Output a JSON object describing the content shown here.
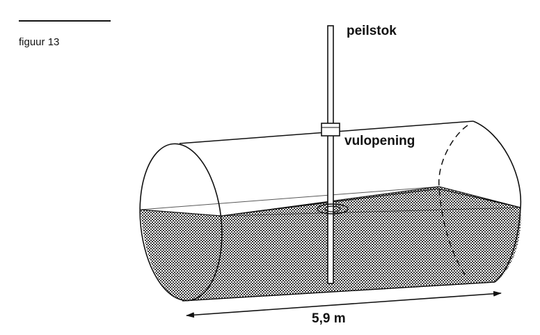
{
  "caption": "figuur 13",
  "labels": {
    "dipstick": "peilstok",
    "filler_opening": "vulopening",
    "length": "5,9 m"
  },
  "colors": {
    "ink": "#111111",
    "liquid_dots": "#3a3a3a",
    "background": "#ffffff"
  }
}
